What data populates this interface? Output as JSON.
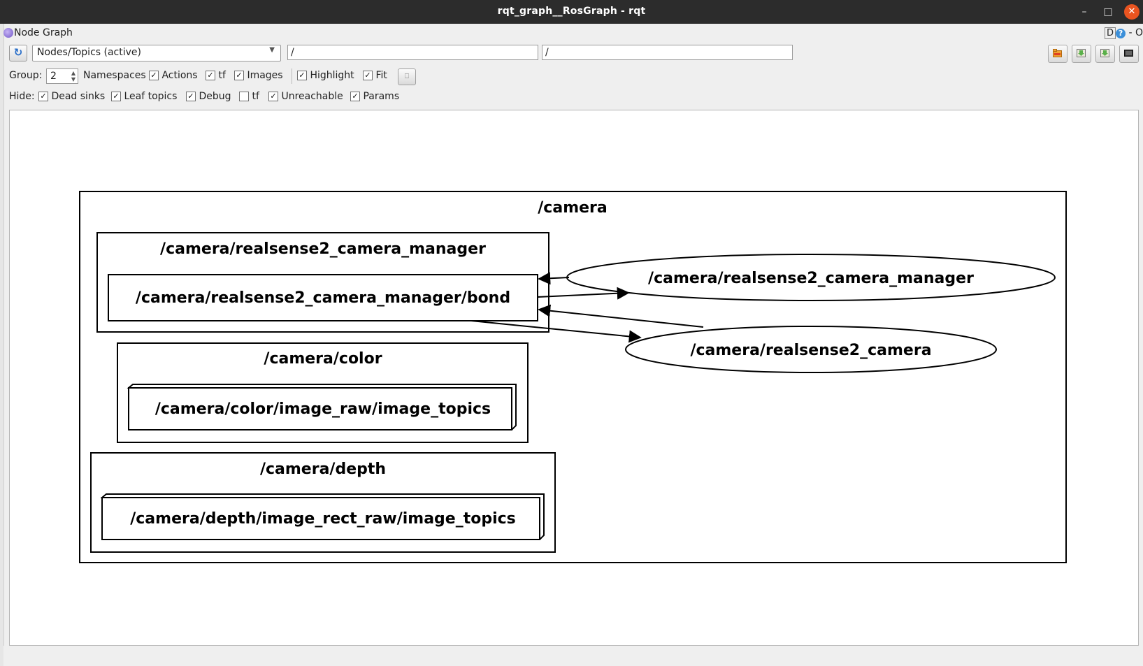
{
  "window": {
    "title": "rqt_graph__RosGraph - rqt",
    "controls": [
      "–",
      "□",
      "✕"
    ]
  },
  "node_graph_bar": {
    "label": "Node Graph",
    "right_d": "D",
    "right_help": "?",
    "right_tail": "- O"
  },
  "toolbar": {
    "refresh_icon": "↻",
    "graph_type": "Nodes/Topics (active)",
    "filter_ns": "/",
    "filter_topic": "/",
    "icons": [
      "load-dot-icon",
      "save-dot-icon",
      "save-svg-icon",
      "screenshot-icon"
    ]
  },
  "options": {
    "group_label": "Group:",
    "group_value": "2",
    "namespaces": "Namespaces",
    "actions": "Actions",
    "tf": "tf",
    "images": "Images",
    "highlight": "Highlight",
    "fit": "Fit"
  },
  "hide": {
    "label": "Hide:",
    "dead_sinks": "Dead sinks",
    "leaf_topics": "Leaf topics",
    "debug": "Debug",
    "tf": "tf",
    "unreachable": "Unreachable",
    "params": "Params"
  },
  "checked": {
    "namespaces": true,
    "actions": true,
    "tf": true,
    "images": true,
    "highlight": true,
    "fit": true,
    "dead_sinks": true,
    "leaf_topics": true,
    "debug": true,
    "hide_tf": false,
    "unreachable": true,
    "params": true
  },
  "graph": {
    "cluster_camera": "/camera",
    "cluster_manager": "/camera/realsense2_camera_manager",
    "node_bond": "/camera/realsense2_camera_manager/bond",
    "cluster_color": "/camera/color",
    "node_color_topics": "/camera/color/image_raw/image_topics",
    "cluster_depth": "/camera/depth",
    "node_depth_topics": "/camera/depth/image_rect_raw/image_topics",
    "node_manager": "/camera/realsense2_camera_manager",
    "node_camera": "/camera/realsense2_camera"
  }
}
